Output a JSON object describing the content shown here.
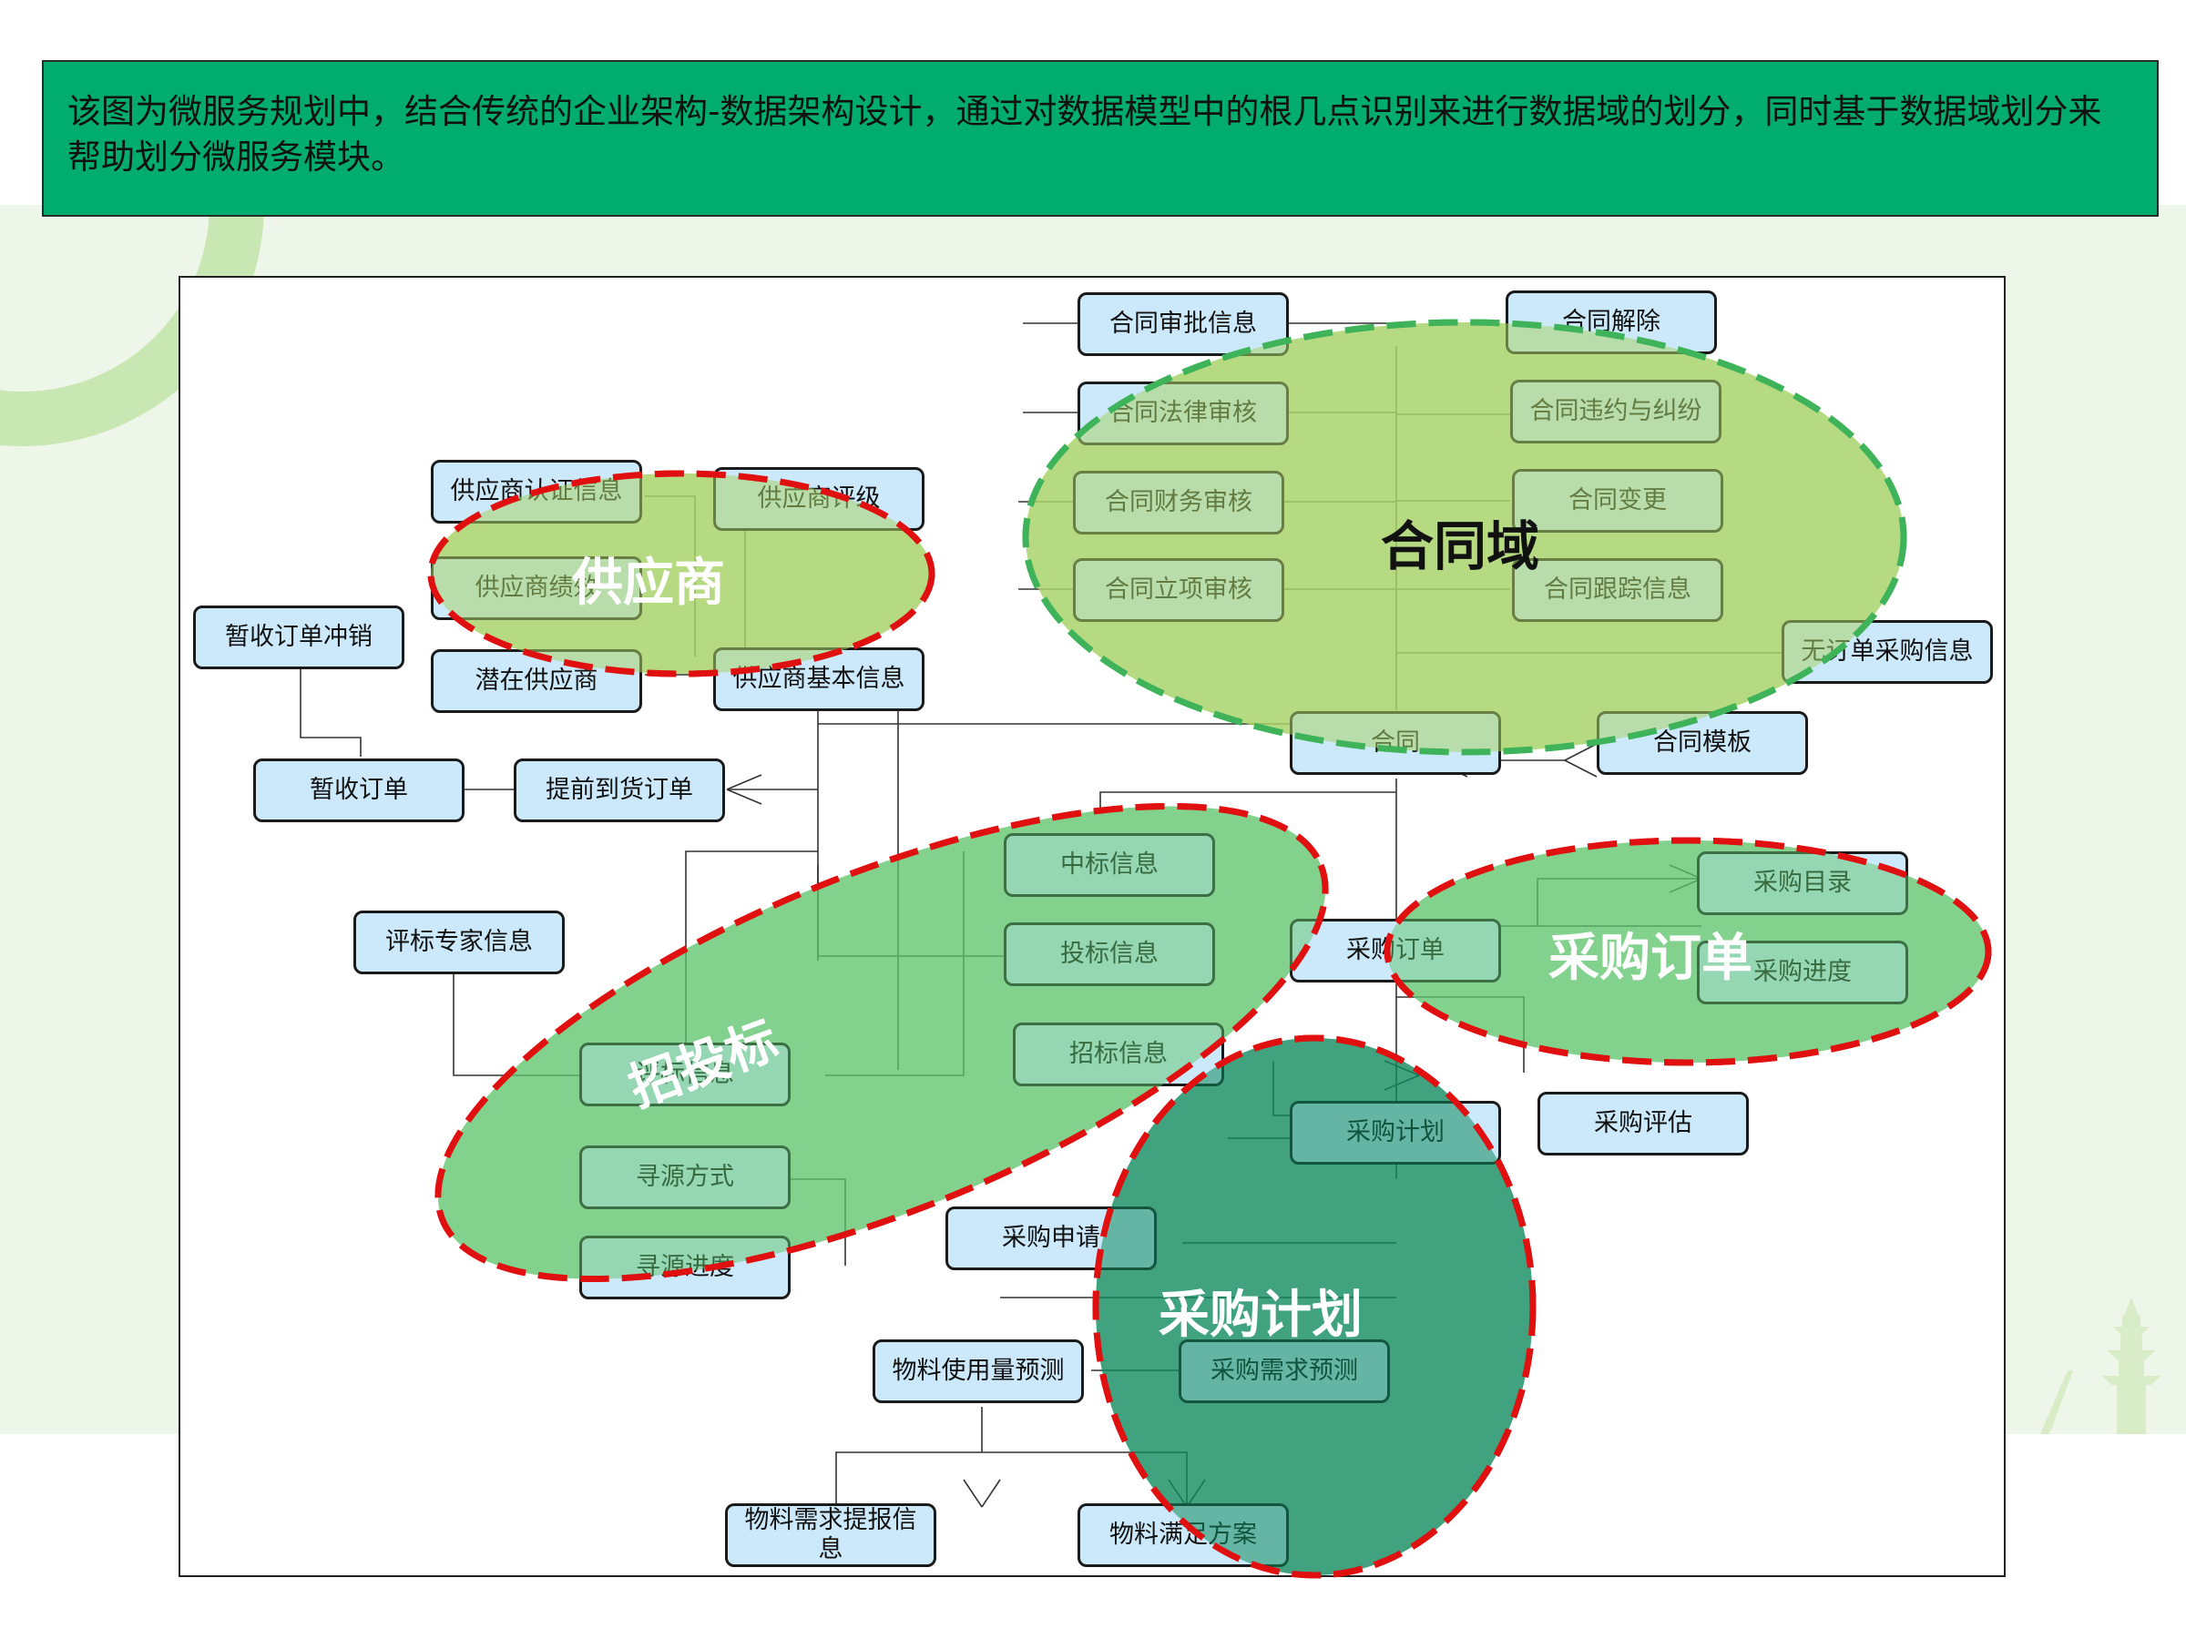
{
  "banner": {
    "text": "该图为微服务规划中，结合传统的企业架构-数据架构设计，通过对数据模型中的根几点识别来进行数据域的划分，同时基于数据域划分来帮助划分微服务模块。"
  },
  "entities": {
    "contract_approval": "合同审批信息",
    "contract_termination": "合同解除",
    "contract_legal_review": "合同法律审核",
    "contract_breach_dispute": "合同违约与纠纷",
    "contract_finance_review": "合同财务审核",
    "contract_change": "合同变更",
    "contract_setup_review": "合同立项审核",
    "contract_tracking": "合同跟踪信息",
    "no_order_purchase": "无订单采购信息",
    "contract": "合同",
    "contract_template": "合同模板",
    "supplier_cert": "供应商认证信息",
    "supplier_rating": "供应商评级",
    "supplier_performance": "供应商绩效",
    "temp_receipt_reversal": "暂收订单冲销",
    "potential_supplier": "潜在供应商",
    "supplier_basic": "供应商基本信息",
    "temp_receipt_order": "暂收订单",
    "early_delivery_order": "提前到货订单",
    "winning_bid": "中标信息",
    "bid_expert": "评标专家信息",
    "bid_info": "投标信息",
    "purchase_order": "采购订单",
    "purchase_catalog": "采购目录",
    "purchase_progress": "采购进度",
    "tender_info": "招标信息",
    "bid_evaluation": "评标信息",
    "purchase_plan": "采购计划",
    "purchase_eval": "采购评估",
    "sourcing_method": "寻源方式",
    "sourcing_progress": "寻源进度",
    "purchase_request": "采购申请",
    "material_usage_forecast": "物料使用量预测",
    "purchase_demand_forecast": "采购需求预测",
    "material_demand_report": "物料需求提报信息",
    "material_fulfillment_plan": "物料满足方案"
  },
  "domains": {
    "contract": "合同域",
    "supplier": "供应商",
    "bidding": "招投标",
    "purchase_order": "采购订单",
    "purchase_plan": "采购计划"
  },
  "colors": {
    "banner_bg": "#00ad6e",
    "entity_fill": "#cce9fb",
    "domain_border_green": "#3fb35a",
    "domain_border_red": "#e01010",
    "contract_fill": "#a8d46a",
    "supplier_fill": "#a8d46a",
    "bidding_fill": "#5ec46c",
    "order_fill": "#5ec46c",
    "plan_fill": "#118a5e"
  }
}
